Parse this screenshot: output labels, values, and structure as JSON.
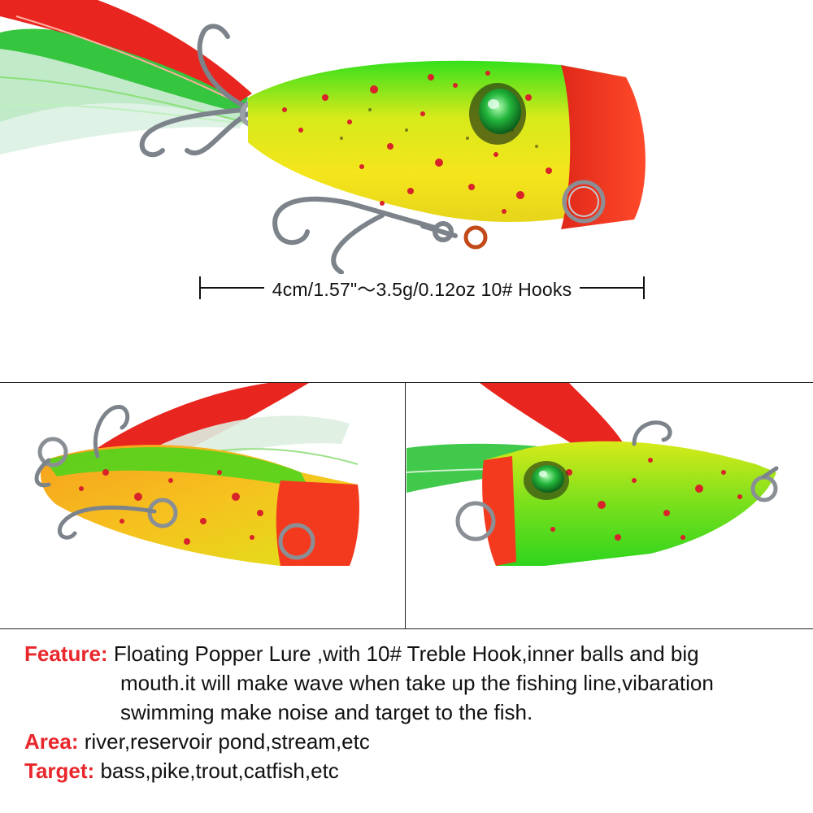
{
  "product": {
    "dimension_text": "4cm/1.57\"～3.5g/0.12oz  10# Hooks"
  },
  "specs": {
    "feature": {
      "label": "Feature:",
      "line1": "Floating Popper Lure ,with 10# Treble Hook,inner balls and big",
      "line2": "mouth.it will make wave when take up the fishing line,vibaration",
      "line3": "swimming make noise and target to the fish."
    },
    "area": {
      "label": "Area:",
      "value": "river,reservoir pond,stream,etc"
    },
    "target": {
      "label": "Target:",
      "value": "bass,pike,trout,catfish,etc"
    }
  },
  "colors": {
    "label_red": "#e8262b",
    "lure_green": "#2fdc1e",
    "lure_yellow": "#f2e21a",
    "lure_orange": "#f7a21f",
    "mouth_red": "#f2321e",
    "speckle_red": "#d8232a",
    "hook_silver": "#8a8f96"
  },
  "icons": [
    "popper-lure-image",
    "treble-hook-icon",
    "split-ring-icon",
    "lure-eye-icon",
    "feather-tail-icon"
  ]
}
